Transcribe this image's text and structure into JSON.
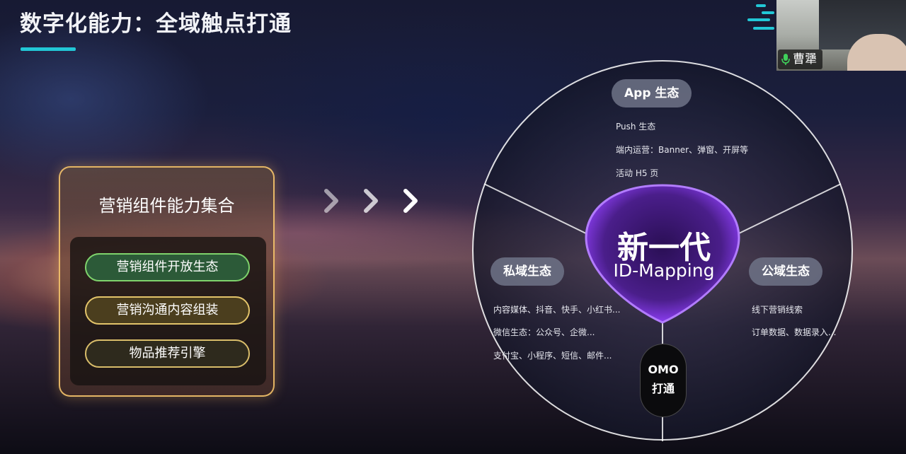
{
  "slide": {
    "title": "数字化能力：全域触点打通",
    "colors": {
      "accent": "#22c7d6",
      "panel_border": "#ffcd6e",
      "pill_green": "#7fd36c",
      "center_glow": "#8a3df0"
    }
  },
  "left_panel": {
    "title": "营销组件能力集合",
    "items": [
      {
        "label": "营销组件开放生态"
      },
      {
        "label": "营销沟通内容组装"
      },
      {
        "label": "物品推荐引擎"
      }
    ]
  },
  "arrows": {
    "icon": "chevron-right-icon",
    "count": 3
  },
  "diagram": {
    "center": {
      "line1": "新一代",
      "line2": "ID-Mapping"
    },
    "app": {
      "label": "App 生态",
      "lines": [
        "Push 生态",
        "端内运营：Banner、弹窗、开屏等",
        "活动 H5 页"
      ]
    },
    "private": {
      "label": "私域生态",
      "lines": [
        "内容媒体、抖音、快手、小红书...",
        "微信生态：公众号、企微...",
        "支付宝、小程序、短信、邮件..."
      ]
    },
    "public": {
      "label": "公域生态",
      "lines": [
        "线下营销线索",
        "订单数据、数据录入..."
      ]
    },
    "omo": {
      "line1": "OMO",
      "line2": "打通"
    }
  },
  "webcam": {
    "name": "曹犟",
    "icon": "microphone-icon"
  },
  "logo": {
    "icon": "brand-stripes-icon"
  }
}
